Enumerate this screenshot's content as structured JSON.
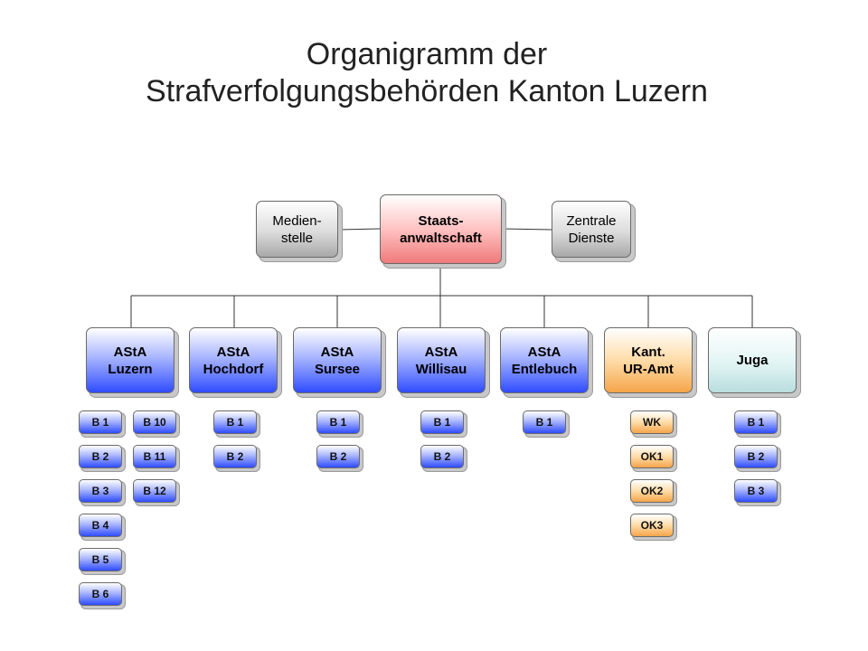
{
  "title": {
    "line1": "Organigramm der",
    "line2": "Strafverfolgungsbehörden Kanton Luzern"
  },
  "colors": {
    "staff": "#d4d4d4",
    "head": "#f58a8a",
    "asta": "#3f5cff",
    "kant": "#f5a54a",
    "juga": "#cbe9e9"
  },
  "top": {
    "medien": {
      "line1": "Medien-",
      "line2": "stelle"
    },
    "staatsanwaltschaft": {
      "line1": "Staats-",
      "line2": "anwaltschaft"
    },
    "zentrale": {
      "line1": "Zentrale",
      "line2": "Dienste"
    }
  },
  "units": [
    {
      "line1": "AStA",
      "line2": "Luzern",
      "subs": [
        "B 1",
        "B 2",
        "B 3",
        "B 4",
        "B 5",
        "B 6"
      ],
      "subs2": [
        "B 10",
        "B 11",
        "B 12"
      ]
    },
    {
      "line1": "AStA",
      "line2": "Hochdorf",
      "subs": [
        "B 1",
        "B 2"
      ]
    },
    {
      "line1": "AStA",
      "line2": "Sursee",
      "subs": [
        "B 1",
        "B 2"
      ]
    },
    {
      "line1": "AStA",
      "line2": "Willisau",
      "subs": [
        "B 1",
        "B 2"
      ]
    },
    {
      "line1": "AStA",
      "line2": "Entlebuch",
      "subs": [
        "B 1"
      ]
    },
    {
      "line1": "Kant.",
      "line2": "UR-Amt",
      "subs": [
        "WK",
        "OK1",
        "OK2",
        "OK3"
      ]
    },
    {
      "line1": "Juga",
      "line2": "",
      "subs": [
        "B 1",
        "B 2",
        "B 3"
      ]
    }
  ]
}
